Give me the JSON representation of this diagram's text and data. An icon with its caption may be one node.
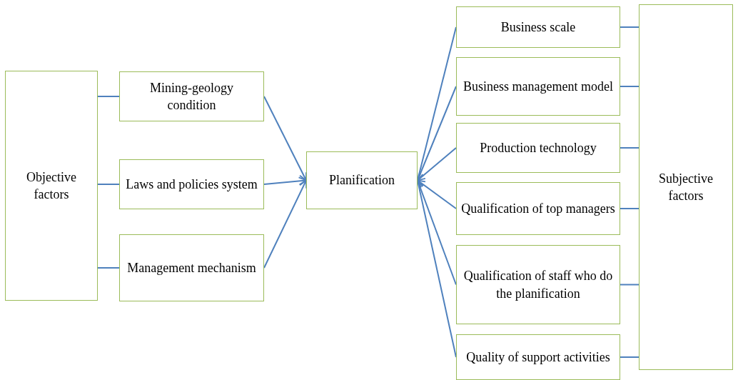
{
  "diagram": {
    "nodes": [
      {
        "text": [
          "Objective factors"
        ]
      },
      {
        "text": [
          "Mining-geology condition"
        ]
      },
      {
        "text": [
          "Laws and policies system"
        ]
      },
      {
        "text": [
          "Management mechanism"
        ]
      },
      {
        "text": [
          "Planification"
        ]
      },
      {
        "text": [
          "Business scale"
        ]
      },
      {
        "text": [
          "Business management model"
        ]
      },
      {
        "text": [
          "Production technology"
        ]
      },
      {
        "text": [
          "Qualification of top managers"
        ]
      },
      {
        "text": [
          "Qualification of staff who do the planification"
        ]
      },
      {
        "text": [
          "Quality of support activities"
        ]
      },
      {
        "text": [
          "Subjective factors"
        ]
      }
    ],
    "edges": [
      {
        "from": 0,
        "to": 1,
        "arrow": "none"
      },
      {
        "from": 0,
        "to": 2,
        "arrow": "none"
      },
      {
        "from": 0,
        "to": 3,
        "arrow": "none"
      },
      {
        "from": 1,
        "to": 4,
        "arrow": "to"
      },
      {
        "from": 2,
        "to": 4,
        "arrow": "to"
      },
      {
        "from": 3,
        "to": 4,
        "arrow": "to"
      },
      {
        "from": 5,
        "to": 4,
        "arrow": "to"
      },
      {
        "from": 6,
        "to": 4,
        "arrow": "to"
      },
      {
        "from": 7,
        "to": 4,
        "arrow": "to"
      },
      {
        "from": 8,
        "to": 4,
        "arrow": "to"
      },
      {
        "from": 9,
        "to": 4,
        "arrow": "to"
      },
      {
        "from": 10,
        "to": 4,
        "arrow": "to"
      },
      {
        "from": 11,
        "to": 5,
        "arrow": "none"
      },
      {
        "from": 11,
        "to": 6,
        "arrow": "none"
      },
      {
        "from": 11,
        "to": 7,
        "arrow": "none"
      },
      {
        "from": 11,
        "to": 8,
        "arrow": "none"
      },
      {
        "from": 11,
        "to": 9,
        "arrow": "none"
      },
      {
        "from": 11,
        "to": 10,
        "arrow": "none"
      }
    ]
  }
}
